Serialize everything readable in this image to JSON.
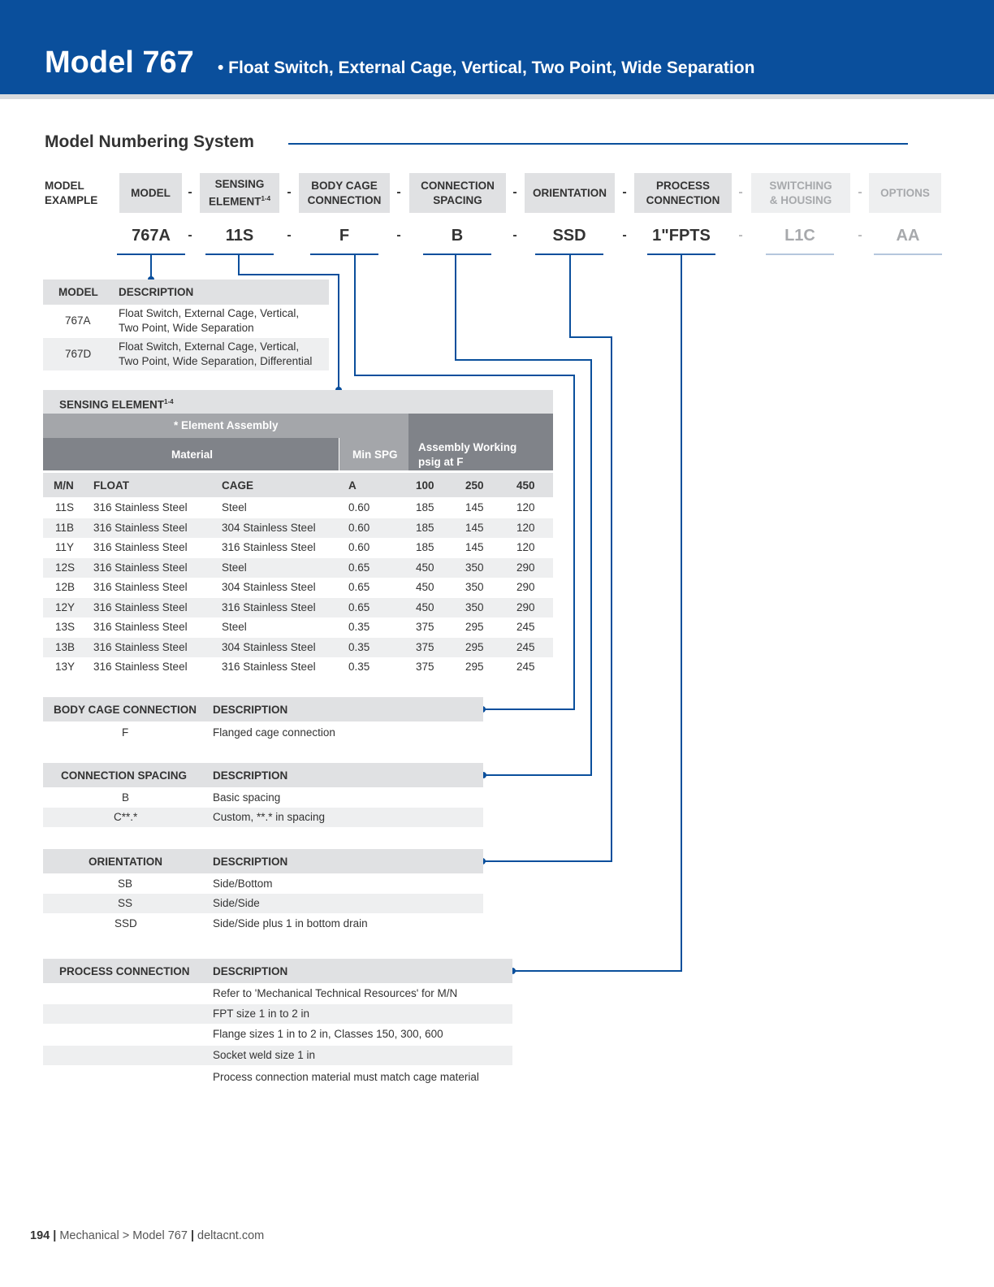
{
  "header": {
    "title": "Model 767",
    "subtitle": "• Float Switch, External Cage, Vertical, Two Point, Wide Separation"
  },
  "section_title": "Model Numbering System",
  "model_example": {
    "label_line1": "MODEL",
    "label_line2": "EXAMPLE",
    "segments": [
      {
        "h1": "MODEL",
        "h2": "",
        "value": "767A"
      },
      {
        "h1": "SENSING",
        "h2": "ELEMENT",
        "sup": "1-4",
        "value": "11S"
      },
      {
        "h1": "BODY CAGE",
        "h2": "CONNECTION",
        "value": "F"
      },
      {
        "h1": "CONNECTION",
        "h2": "SPACING",
        "value": "B"
      },
      {
        "h1": "ORIENTATION",
        "h2": "",
        "value": "SSD"
      },
      {
        "h1": "PROCESS",
        "h2": "CONNECTION",
        "value": "1\"FPTS"
      },
      {
        "h1": "SWITCHING",
        "h2": "& HOUSING",
        "value": "L1C"
      },
      {
        "h1": "OPTIONS",
        "h2": "",
        "value": "AA"
      }
    ],
    "dash": "-"
  },
  "model_table": {
    "col1": "MODEL",
    "col2": "DESCRIPTION",
    "rows": [
      {
        "code": "767A",
        "d1": "Float Switch, External Cage, Vertical,",
        "d2": "Two Point, Wide Separation"
      },
      {
        "code": "767D",
        "d1": "Float Switch, External Cage, Vertical,",
        "d2": "Two Point, Wide Separation, Differential"
      }
    ]
  },
  "sensing_table": {
    "title": "SENSING ELEMENT",
    "title_sup": "1-4",
    "group": "* Element Assembly",
    "material": "Material",
    "min_spg": "Min SPG",
    "working1": "Assembly Working",
    "working2": "psig at F",
    "cols": [
      "M/N",
      "FLOAT",
      "CAGE",
      "A",
      "100",
      "250",
      "450"
    ],
    "rows": [
      [
        "11S",
        "316 Stainless Steel",
        "Steel",
        "0.60",
        "185",
        "145",
        "120"
      ],
      [
        "11B",
        "316 Stainless Steel",
        "304 Stainless Steel",
        "0.60",
        "185",
        "145",
        "120"
      ],
      [
        "11Y",
        "316 Stainless Steel",
        "316 Stainless Steel",
        "0.60",
        "185",
        "145",
        "120"
      ],
      [
        "12S",
        "316 Stainless Steel",
        "Steel",
        "0.65",
        "450",
        "350",
        "290"
      ],
      [
        "12B",
        "316 Stainless Steel",
        "304 Stainless Steel",
        "0.65",
        "450",
        "350",
        "290"
      ],
      [
        "12Y",
        "316 Stainless Steel",
        "316 Stainless Steel",
        "0.65",
        "450",
        "350",
        "290"
      ],
      [
        "13S",
        "316 Stainless Steel",
        "Steel",
        "0.35",
        "375",
        "295",
        "245"
      ],
      [
        "13B",
        "316 Stainless Steel",
        "304 Stainless Steel",
        "0.35",
        "375",
        "295",
        "245"
      ],
      [
        "13Y",
        "316 Stainless Steel",
        "316 Stainless Steel",
        "0.35",
        "375",
        "295",
        "245"
      ]
    ]
  },
  "body_cage_table": {
    "col1": "BODY CAGE CONNECTION",
    "col2": "DESCRIPTION",
    "rows": [
      {
        "code": "F",
        "desc": "Flanged cage connection"
      }
    ]
  },
  "spacing_table": {
    "col1": "CONNECTION SPACING",
    "col2": "DESCRIPTION",
    "rows": [
      {
        "code": "B",
        "desc": "Basic spacing"
      },
      {
        "code": "C**.*",
        "desc": "Custom, **.* in spacing"
      }
    ]
  },
  "orientation_table": {
    "col1": "ORIENTATION",
    "col2": "DESCRIPTION",
    "rows": [
      {
        "code": "SB",
        "desc": "Side/Bottom"
      },
      {
        "code": "SS",
        "desc": "Side/Side"
      },
      {
        "code": "SSD",
        "desc": "Side/Side plus 1 in bottom drain"
      }
    ]
  },
  "process_table": {
    "col1": "PROCESS CONNECTION",
    "col2": "DESCRIPTION",
    "rows": [
      "Refer to 'Mechanical Technical Resources' for M/N",
      "FPT size 1 in to 2 in",
      "Flange sizes 1 in to 2 in, Classes 150, 300, 600",
      "Socket weld size 1 in",
      "Process connection material must match cage material"
    ]
  },
  "footer": {
    "page": "194",
    "sep": "|",
    "crumb": "Mechanical > Model 767",
    "site": "deltacnt.com"
  },
  "colors": {
    "brand_blue": "#0a4f9c",
    "header_gray": "#e0e1e3",
    "table_dark": "#808389",
    "table_mid": "#a4a6aa"
  }
}
